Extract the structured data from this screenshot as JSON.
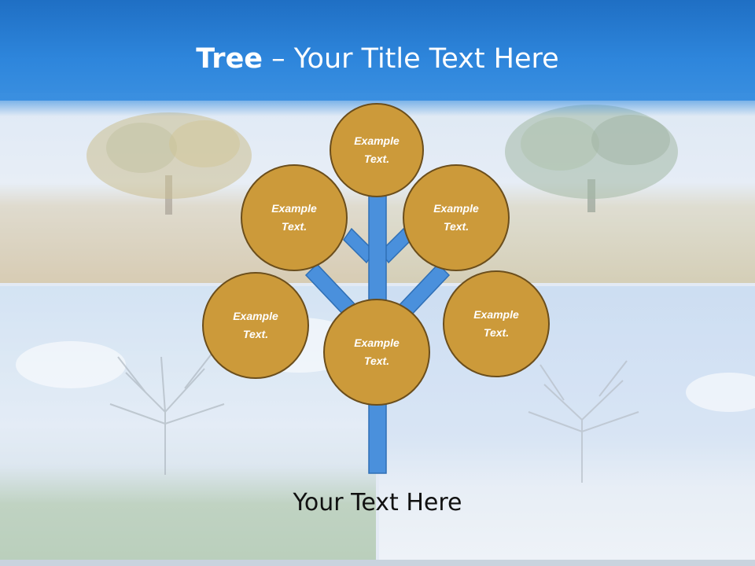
{
  "slide": {
    "title_bold": "Tree",
    "title_rest": " – Your Title Text Here",
    "caption": "Your Text Here",
    "colors": {
      "header": "#2e86dc",
      "trunk": "#4a90dc",
      "node_fill": "#cc9a3a",
      "node_border": "#6b4e1c"
    }
  },
  "nodes": [
    {
      "text": "Example\nText."
    },
    {
      "text": "Example\nText."
    },
    {
      "text": "Example\nText."
    },
    {
      "text": "Example\nText."
    },
    {
      "text": "Example\nText."
    },
    {
      "text": "Example\nText."
    }
  ]
}
